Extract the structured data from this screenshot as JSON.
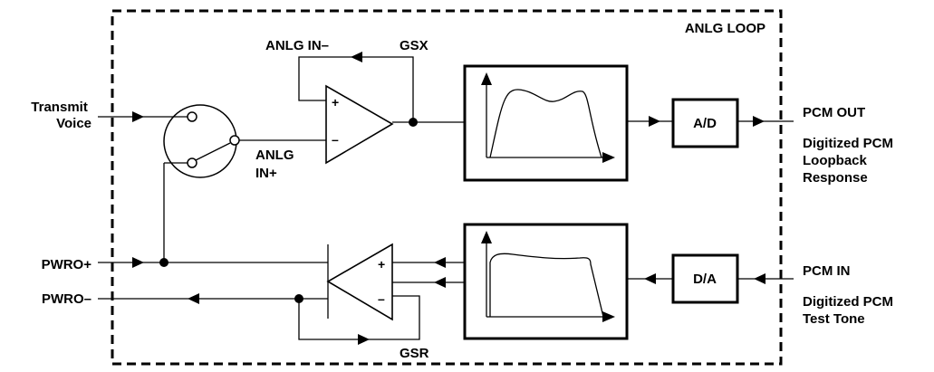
{
  "block": {
    "title": "ANLG LOOP"
  },
  "signals": {
    "transmit_voice": [
      "Transmit",
      "Voice"
    ],
    "pwro_plus": "PWRO+",
    "pwro_minus": "PWRO–",
    "anlg_in_minus": "ANLG IN–",
    "gsx": "GSX",
    "anlg_in_plus": [
      "ANLG",
      "IN+"
    ],
    "gsr": "GSR",
    "pcm_out": "PCM OUT",
    "pcm_out_desc": [
      "Digitized PCM",
      "Loopback",
      "Response"
    ],
    "pcm_in": "PCM IN",
    "pcm_in_desc": [
      "Digitized PCM",
      "Test Tone"
    ]
  },
  "converters": {
    "adc": "A/D",
    "dac": "D/A"
  },
  "amp_symbols": {
    "plus": "+",
    "minus": "–"
  }
}
